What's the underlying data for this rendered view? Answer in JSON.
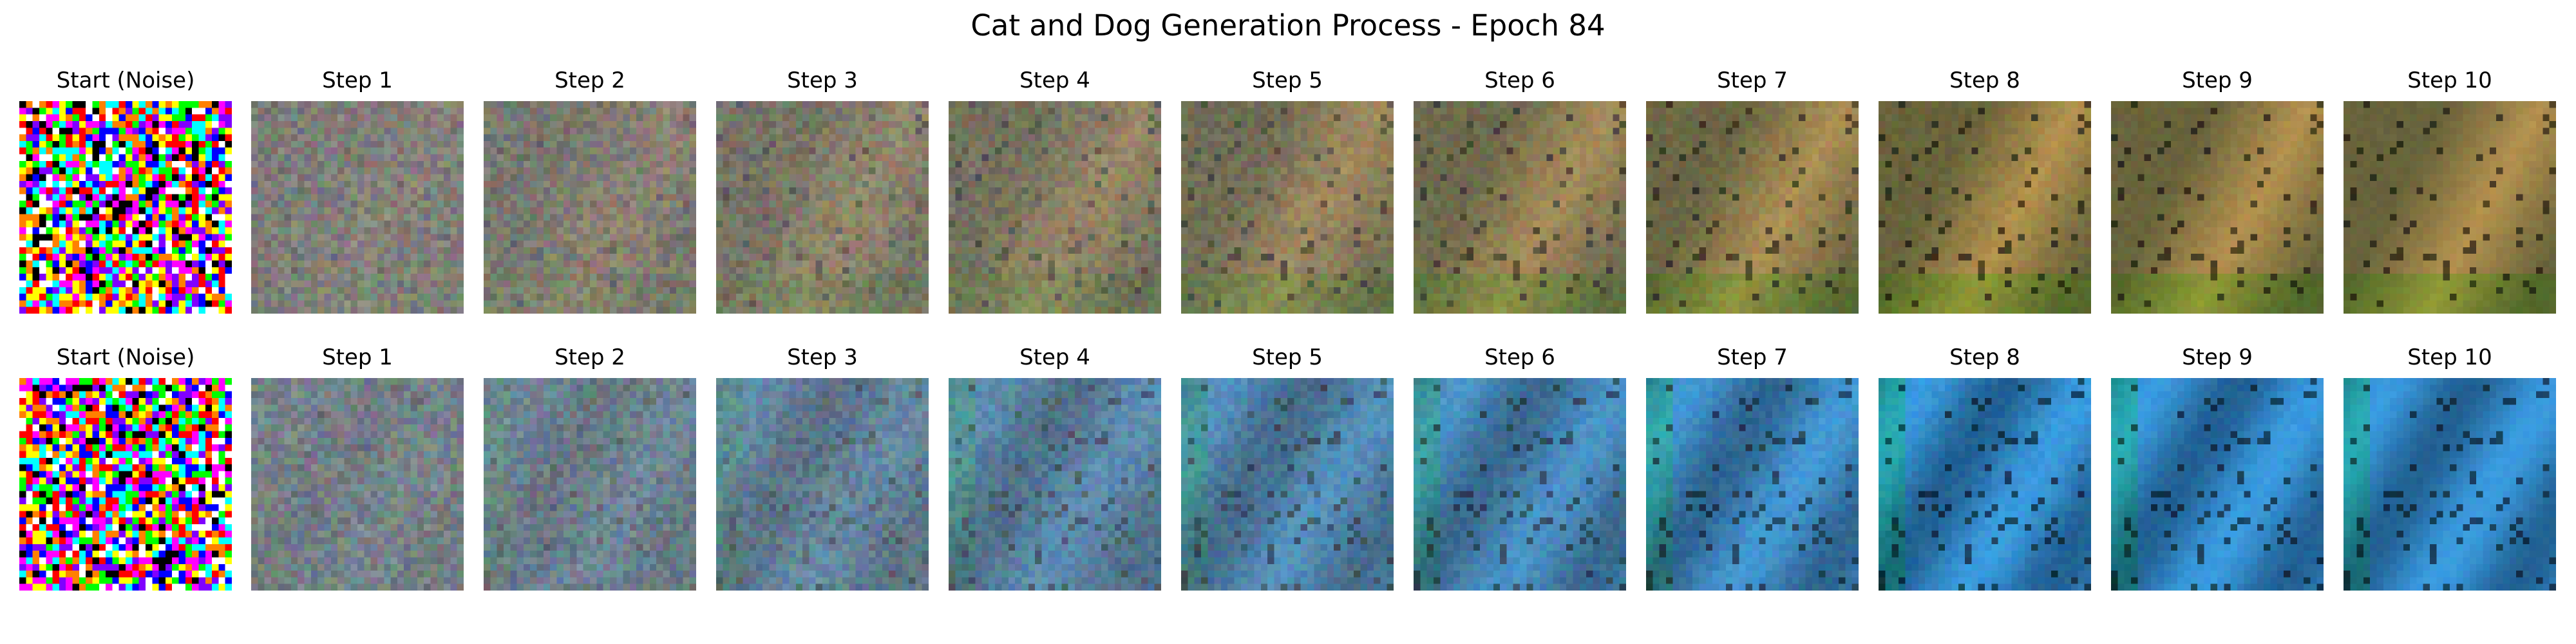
{
  "figure": {
    "title": "Cat and Dog Generation Process - Epoch 84"
  },
  "rows": [
    {
      "panels": [
        {
          "label": "Start (Noise)",
          "kind": "noise",
          "progress": 0.0
        },
        {
          "label": "Step 1",
          "kind": "cat",
          "progress": 0.1
        },
        {
          "label": "Step 2",
          "kind": "cat",
          "progress": 0.2
        },
        {
          "label": "Step 3",
          "kind": "cat",
          "progress": 0.3
        },
        {
          "label": "Step 4",
          "kind": "cat",
          "progress": 0.4
        },
        {
          "label": "Step 5",
          "kind": "cat",
          "progress": 0.5
        },
        {
          "label": "Step 6",
          "kind": "cat",
          "progress": 0.6
        },
        {
          "label": "Step 7",
          "kind": "cat",
          "progress": 0.7
        },
        {
          "label": "Step 8",
          "kind": "cat",
          "progress": 0.8
        },
        {
          "label": "Step 9",
          "kind": "cat",
          "progress": 0.9
        },
        {
          "label": "Step 10",
          "kind": "cat",
          "progress": 1.0
        }
      ]
    },
    {
      "panels": [
        {
          "label": "Start (Noise)",
          "kind": "noise",
          "progress": 0.0
        },
        {
          "label": "Step 1",
          "kind": "dog",
          "progress": 0.1
        },
        {
          "label": "Step 2",
          "kind": "dog",
          "progress": 0.2
        },
        {
          "label": "Step 3",
          "kind": "dog",
          "progress": 0.3
        },
        {
          "label": "Step 4",
          "kind": "dog",
          "progress": 0.4
        },
        {
          "label": "Step 5",
          "kind": "dog",
          "progress": 0.5
        },
        {
          "label": "Step 6",
          "kind": "dog",
          "progress": 0.6
        },
        {
          "label": "Step 7",
          "kind": "dog",
          "progress": 0.7
        },
        {
          "label": "Step 8",
          "kind": "dog",
          "progress": 0.8
        },
        {
          "label": "Step 9",
          "kind": "dog",
          "progress": 0.9
        },
        {
          "label": "Step 10",
          "kind": "dog",
          "progress": 1.0
        }
      ]
    }
  ],
  "colors": {
    "background": "#ffffff",
    "cat_tone": "#b5924e",
    "cat_dark": "#3f4a32",
    "dog_tone": "#3a9be0",
    "dog_dark": "#1f5a8a",
    "noise_gray": "#808080"
  }
}
